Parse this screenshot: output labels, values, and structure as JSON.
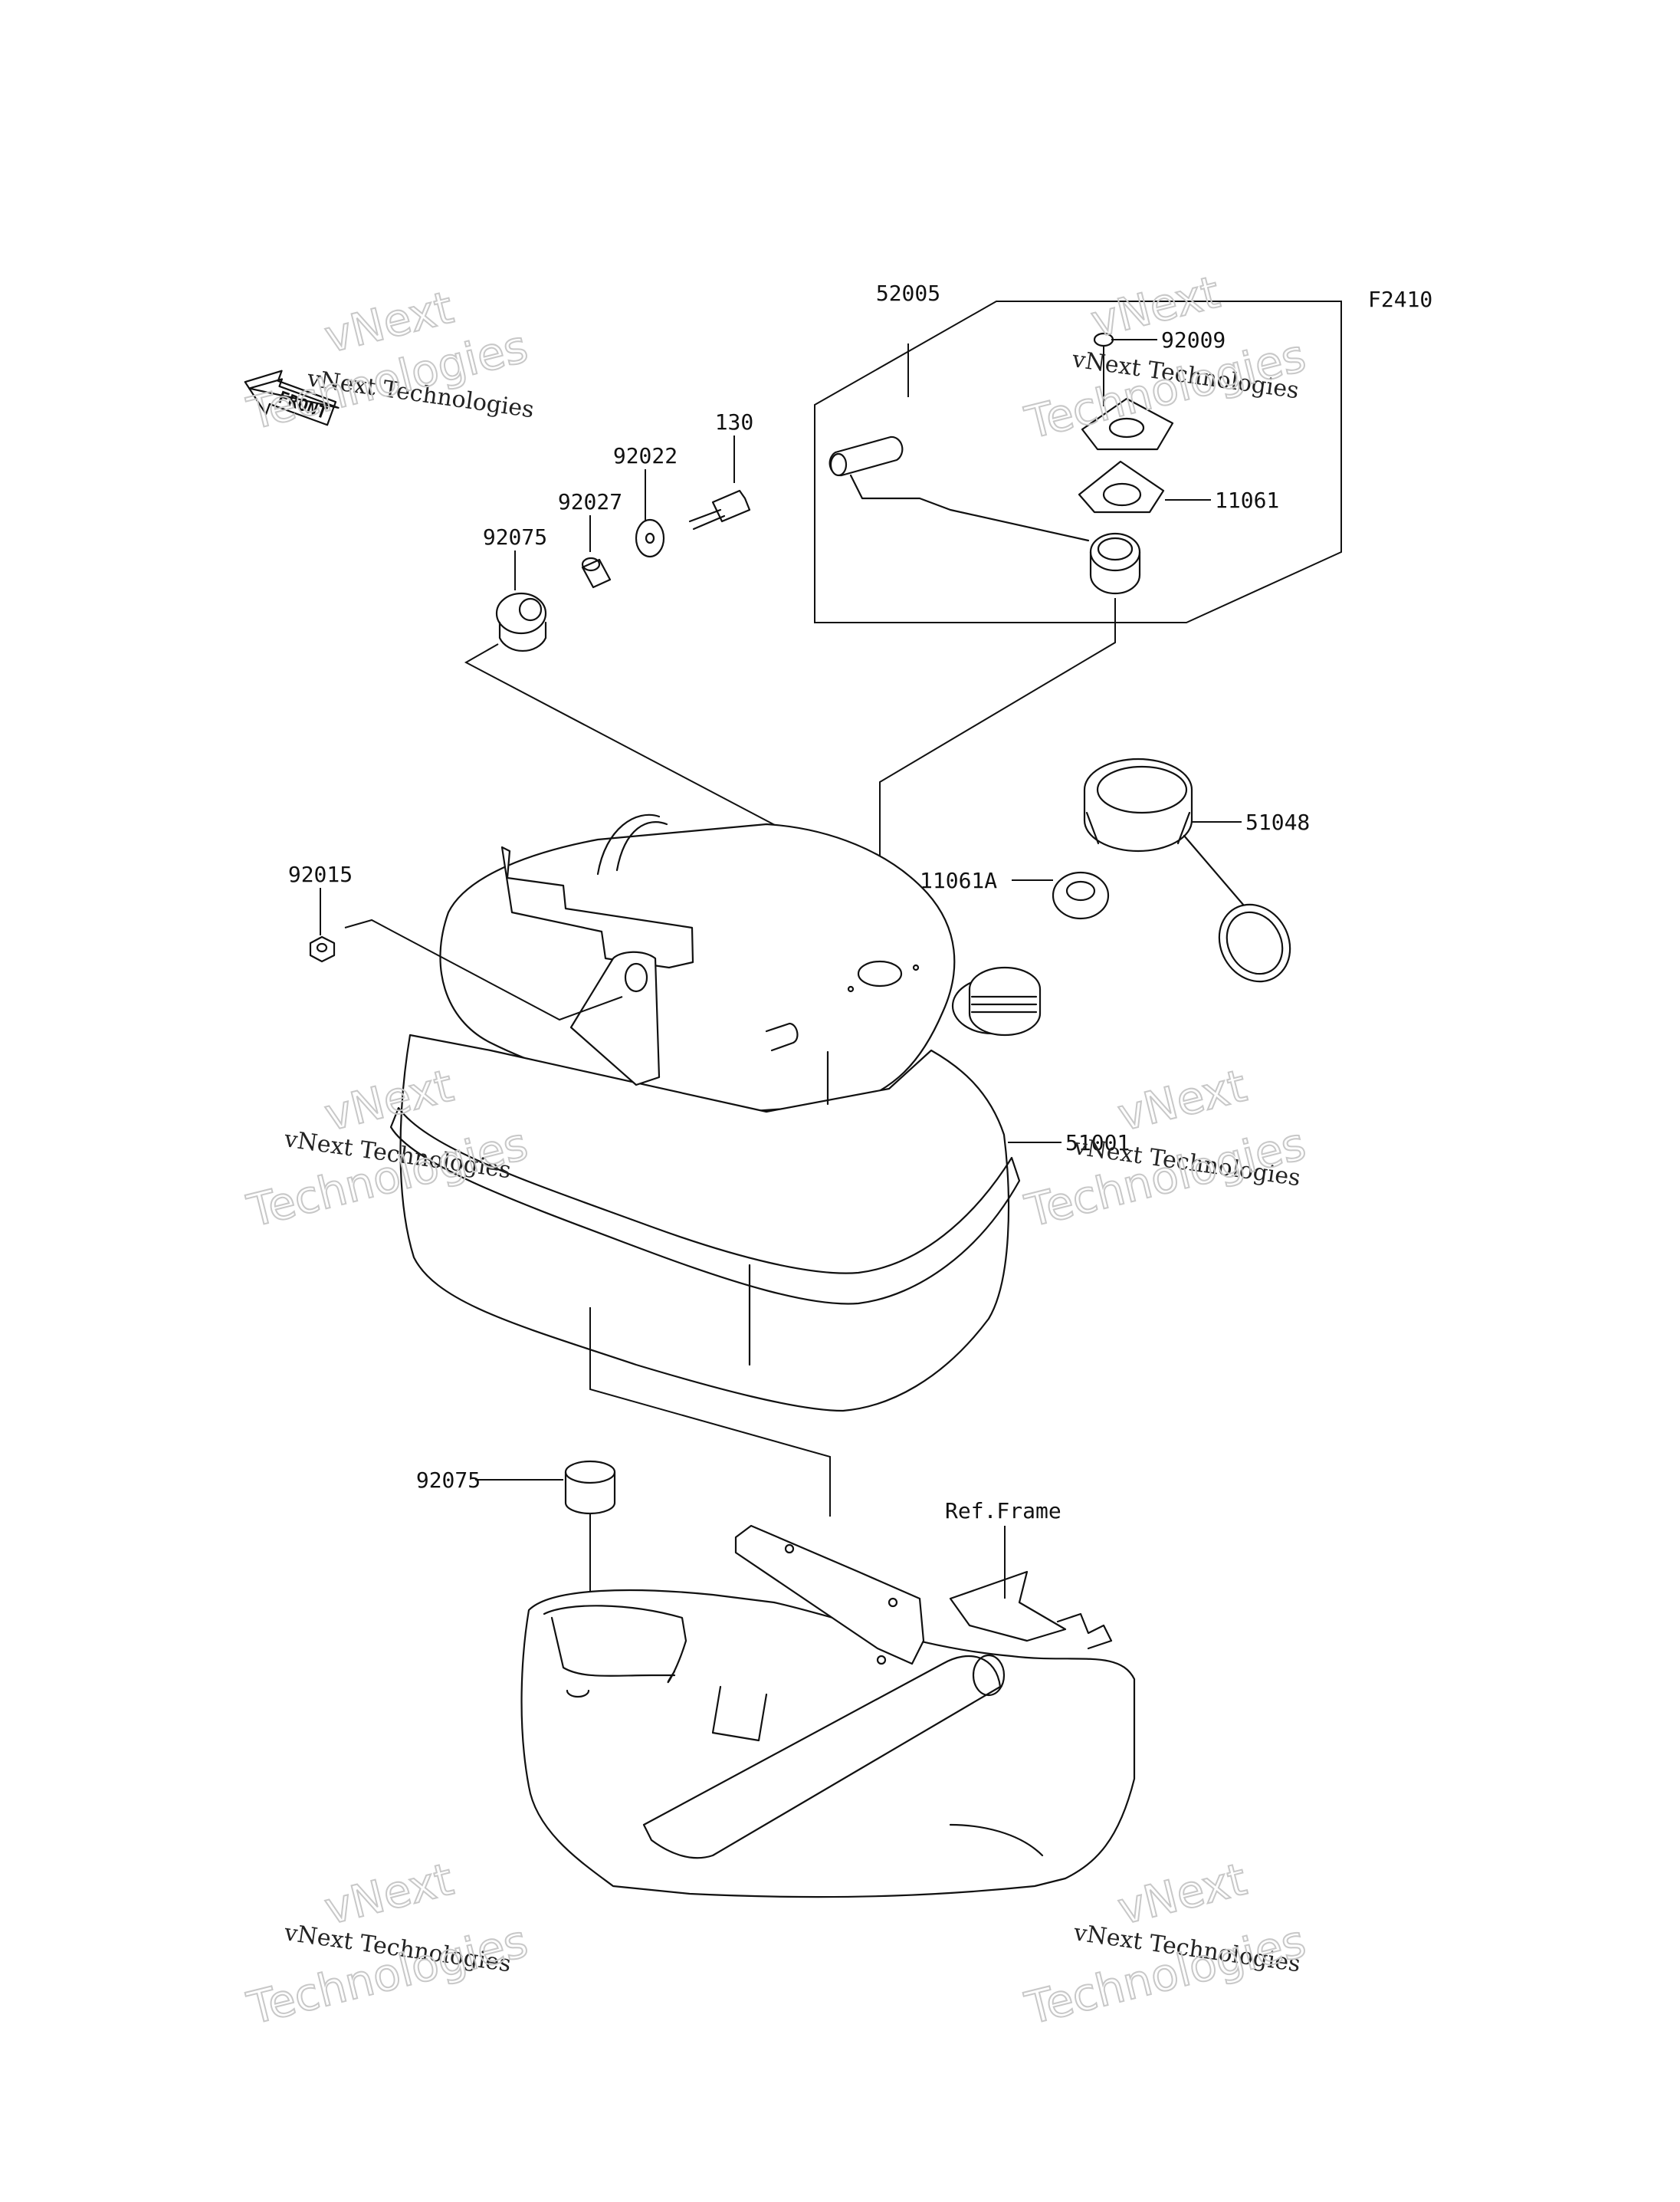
{
  "diagram": {
    "figure_code": "F2410",
    "front_arrow_text": "FRONT",
    "ref_frame_label": "Ref.Frame",
    "part_labels": {
      "p52005": "52005",
      "p92009": "92009",
      "p11061": "11061",
      "p130": "130",
      "p92022": "92022",
      "p92027": "92027",
      "p92075_top": "92075",
      "p51048": "51048",
      "p11061A": "11061A",
      "p92015": "92015",
      "p51001": "51001",
      "p92075_bottom": "92075"
    }
  },
  "watermark": {
    "line1": "vNext Technologies",
    "line2": "vNext",
    "line3": "Technologies"
  }
}
